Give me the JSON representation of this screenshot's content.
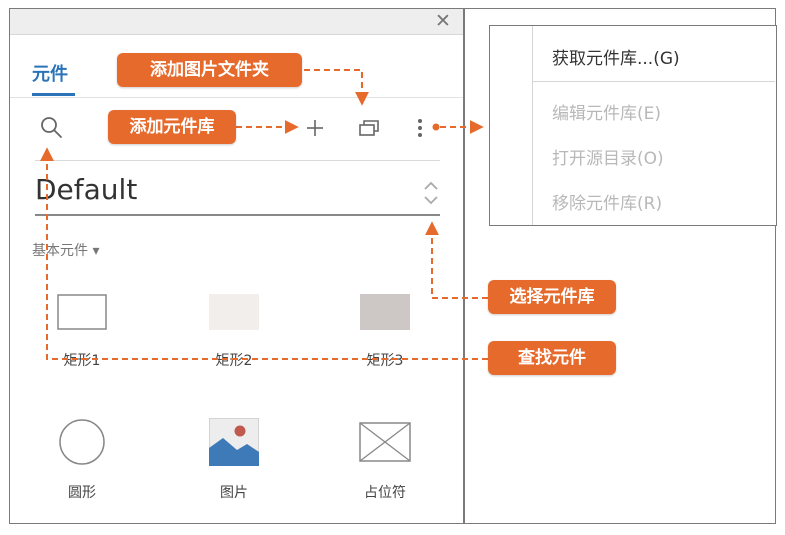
{
  "panel": {
    "tab_label": "元件",
    "library_name": "Default",
    "section_label": "基本元件 ▾"
  },
  "widgets": [
    {
      "label": "矩形1"
    },
    {
      "label": "矩形2"
    },
    {
      "label": "矩形3"
    },
    {
      "label": "圆形"
    },
    {
      "label": "图片"
    },
    {
      "label": "占位符"
    }
  ],
  "menu": {
    "items": [
      {
        "label": "获取元件库...(G)",
        "enabled": true
      },
      {
        "label": "编辑元件库(E)",
        "enabled": false
      },
      {
        "label": "打开源目录(O)",
        "enabled": false
      },
      {
        "label": "移除元件库(R)",
        "enabled": false
      }
    ]
  },
  "callouts": {
    "add_folder": "添加图片文件夹",
    "add_library": "添加元件库",
    "select_library": "选择元件库",
    "find_widget": "查找元件"
  },
  "colors": {
    "accent": "#e56a2c",
    "tab_blue": "#2a73b9",
    "rect2_fill": "#f2eeec",
    "rect3_fill": "#cdc8c6"
  }
}
